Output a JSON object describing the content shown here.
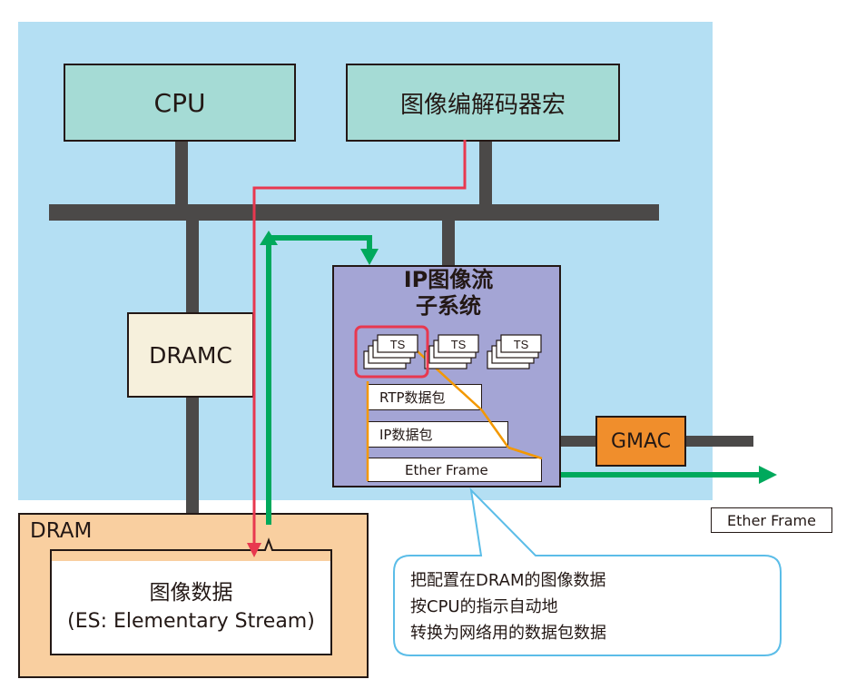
{
  "blocks": {
    "cpu": "CPU",
    "codec": "图像编解码器宏",
    "dramc": "DRAMC",
    "gmac": "GMAC"
  },
  "ip_subsystem": {
    "title_line1": "IP图像流",
    "title_line2": "子系统",
    "ts_label": "TS",
    "packets": [
      "RTP数据包",
      "IP数据包",
      "Ether Frame"
    ]
  },
  "dram": {
    "label": "DRAM",
    "data_line1": "图像数据",
    "data_line2": "(ES: Elementary Stream)"
  },
  "output_label": "Ether Frame",
  "callout": {
    "lines": [
      "把配置在DRAM的图像数据",
      "按CPU的指示自动地",
      "转换为网络用的数据包数据"
    ]
  },
  "colors": {
    "background": "#b4dff3",
    "bus": "#4b4948",
    "cpu_codec": "#a5dbd5",
    "dramc": "#f6f0dc",
    "ip_subsystem": "#a4a5d5",
    "gmac": "#f08e2c",
    "dram": "#f9cfa0",
    "red_path": "#e8384f",
    "green_path": "#00a95c",
    "orange_zoom": "#f39800",
    "callout_border": "#5bbde8"
  }
}
